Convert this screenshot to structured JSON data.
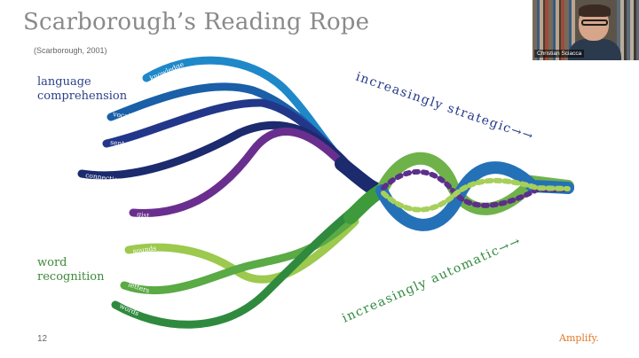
{
  "slide": {
    "title": "Scarborough’s Reading Rope",
    "citation": "(Scarborough, 2001)",
    "page_number": "12",
    "brand": "Amplify."
  },
  "groups": {
    "language_comprehension": [
      "language",
      "comprehension"
    ],
    "word_recognition": [
      "word",
      "recognition"
    ]
  },
  "strands": {
    "language": [
      "knowledge",
      "vocabulary",
      "sentences",
      "connections",
      "gist"
    ],
    "word": [
      "sounds",
      "letters",
      "words"
    ]
  },
  "annotations": {
    "strategic": "increasingly strategic→→",
    "automatic": "increasingly automatic→→"
  },
  "video": {
    "participant_name": "Christian Sciacca"
  },
  "colors": {
    "title": "#8a8a8a",
    "language_strands": [
      "#1f88c9",
      "#1a5fa8",
      "#23378a",
      "#1c2a6e",
      "#6a2f8e"
    ],
    "word_strands": [
      "#9cc94e",
      "#5aaa45",
      "#2f8a3e"
    ],
    "brand": "#e07a2a"
  }
}
